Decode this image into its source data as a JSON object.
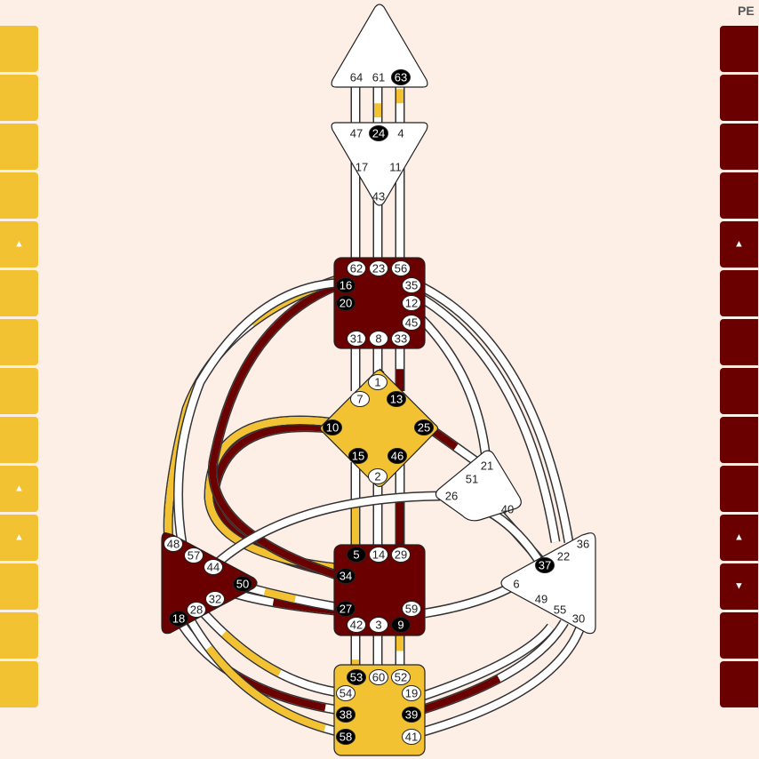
{
  "top_right_label": "PE",
  "colors": {
    "background": "#fdeee6",
    "gold": "#f2c232",
    "maroon": "#6b0000",
    "white": "#ffffff",
    "black": "#000000"
  },
  "left_column": {
    "color": "#f2c232",
    "cells": [
      {
        "arrow": ""
      },
      {
        "arrow": ""
      },
      {
        "arrow": ""
      },
      {
        "arrow": ""
      },
      {
        "arrow": "▲"
      },
      {
        "arrow": ""
      },
      {
        "arrow": ""
      },
      {
        "arrow": ""
      },
      {
        "arrow": ""
      },
      {
        "arrow": "▲"
      },
      {
        "arrow": "▲"
      },
      {
        "arrow": ""
      },
      {
        "arrow": ""
      },
      {
        "arrow": ""
      }
    ]
  },
  "right_column": {
    "color": "#6b0000",
    "cells": [
      {
        "arrow": ""
      },
      {
        "arrow": ""
      },
      {
        "arrow": ""
      },
      {
        "arrow": ""
      },
      {
        "arrow": "▲"
      },
      {
        "arrow": ""
      },
      {
        "arrow": ""
      },
      {
        "arrow": ""
      },
      {
        "arrow": ""
      },
      {
        "arrow": ""
      },
      {
        "arrow": "▲"
      },
      {
        "arrow": "▼"
      },
      {
        "arrow": ""
      },
      {
        "arrow": ""
      }
    ]
  },
  "centers": {
    "head": {
      "fill": "white"
    },
    "ajna": {
      "fill": "white"
    },
    "throat": {
      "fill": "maroon"
    },
    "g": {
      "fill": "gold"
    },
    "spleen": {
      "fill": "maroon"
    },
    "ego": {
      "fill": "white"
    },
    "sacral": {
      "fill": "maroon"
    },
    "solar_plexus": {
      "fill": "white"
    },
    "root": {
      "fill": "gold"
    }
  },
  "gates": [
    {
      "n": "64",
      "style": "plain"
    },
    {
      "n": "61",
      "style": "plain"
    },
    {
      "n": "63",
      "style": "black"
    },
    {
      "n": "47",
      "style": "plain"
    },
    {
      "n": "24",
      "style": "black"
    },
    {
      "n": "4",
      "style": "plain"
    },
    {
      "n": "17",
      "style": "plain"
    },
    {
      "n": "11",
      "style": "plain"
    },
    {
      "n": "43",
      "style": "plain"
    },
    {
      "n": "62",
      "style": "white"
    },
    {
      "n": "23",
      "style": "white"
    },
    {
      "n": "56",
      "style": "white"
    },
    {
      "n": "16",
      "style": "black"
    },
    {
      "n": "35",
      "style": "white"
    },
    {
      "n": "20",
      "style": "black"
    },
    {
      "n": "12",
      "style": "white"
    },
    {
      "n": "45",
      "style": "white"
    },
    {
      "n": "31",
      "style": "white"
    },
    {
      "n": "8",
      "style": "white"
    },
    {
      "n": "33",
      "style": "white"
    },
    {
      "n": "1",
      "style": "white"
    },
    {
      "n": "7",
      "style": "white"
    },
    {
      "n": "13",
      "style": "black"
    },
    {
      "n": "10",
      "style": "black"
    },
    {
      "n": "25",
      "style": "black"
    },
    {
      "n": "15",
      "style": "black"
    },
    {
      "n": "46",
      "style": "black"
    },
    {
      "n": "2",
      "style": "white"
    },
    {
      "n": "21",
      "style": "plain"
    },
    {
      "n": "51",
      "style": "plain"
    },
    {
      "n": "26",
      "style": "plain"
    },
    {
      "n": "40",
      "style": "plain"
    },
    {
      "n": "48",
      "style": "white"
    },
    {
      "n": "57",
      "style": "white"
    },
    {
      "n": "44",
      "style": "white"
    },
    {
      "n": "50",
      "style": "black"
    },
    {
      "n": "32",
      "style": "white"
    },
    {
      "n": "28",
      "style": "white"
    },
    {
      "n": "18",
      "style": "black"
    },
    {
      "n": "5",
      "style": "black"
    },
    {
      "n": "14",
      "style": "white"
    },
    {
      "n": "29",
      "style": "white"
    },
    {
      "n": "34",
      "style": "black"
    },
    {
      "n": "27",
      "style": "black"
    },
    {
      "n": "59",
      "style": "white"
    },
    {
      "n": "42",
      "style": "white"
    },
    {
      "n": "3",
      "style": "white"
    },
    {
      "n": "9",
      "style": "black"
    },
    {
      "n": "36",
      "style": "plain"
    },
    {
      "n": "22",
      "style": "plain"
    },
    {
      "n": "37",
      "style": "black"
    },
    {
      "n": "6",
      "style": "plain"
    },
    {
      "n": "49",
      "style": "plain"
    },
    {
      "n": "55",
      "style": "plain"
    },
    {
      "n": "30",
      "style": "plain"
    },
    {
      "n": "53",
      "style": "black"
    },
    {
      "n": "60",
      "style": "white"
    },
    {
      "n": "52",
      "style": "white"
    },
    {
      "n": "54",
      "style": "white"
    },
    {
      "n": "19",
      "style": "white"
    },
    {
      "n": "38",
      "style": "black"
    },
    {
      "n": "39",
      "style": "black"
    },
    {
      "n": "58",
      "style": "black"
    },
    {
      "n": "41",
      "style": "white"
    }
  ]
}
